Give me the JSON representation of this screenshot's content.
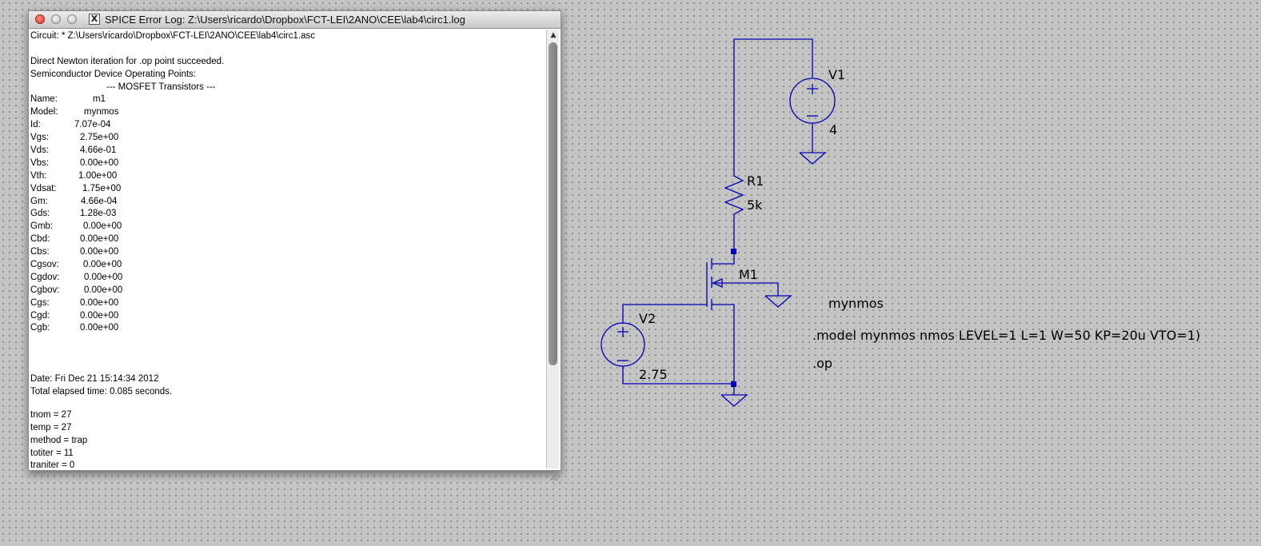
{
  "window": {
    "title": "SPICE Error Log: Z:\\Users\\ricardo\\Dropbox\\FCT-LEI\\2ANO\\CEE\\lab4\\circ1.log",
    "app_icon": "x11-icon"
  },
  "log": {
    "circuit_line": "Circuit: * Z:\\Users\\ricardo\\Dropbox\\FCT-LEI\\2ANO\\CEE\\lab4\\circ1.asc",
    "status_line": "Direct Newton iteration for .op point succeeded.",
    "section_title": "Semiconductor Device Operating Points:",
    "subsection_title": "--- MOSFET Transistors ---",
    "params": [
      {
        "key": "Name:",
        "value": "m1"
      },
      {
        "key": "Model:",
        "value": "mynmos"
      },
      {
        "key": "Id:",
        "value": "7.07e-04"
      },
      {
        "key": "Vgs:",
        "value": "2.75e+00"
      },
      {
        "key": "Vds:",
        "value": "4.66e-01"
      },
      {
        "key": "Vbs:",
        "value": "0.00e+00"
      },
      {
        "key": "Vth:",
        "value": "1.00e+00"
      },
      {
        "key": "Vdsat:",
        "value": "1.75e+00"
      },
      {
        "key": "Gm:",
        "value": "4.66e-04"
      },
      {
        "key": "Gds:",
        "value": "1.28e-03"
      },
      {
        "key": "Gmb:",
        "value": "0.00e+00"
      },
      {
        "key": "Cbd:",
        "value": "0.00e+00"
      },
      {
        "key": "Cbs:",
        "value": "0.00e+00"
      },
      {
        "key": "Cgsov:",
        "value": "0.00e+00"
      },
      {
        "key": "Cgdov:",
        "value": "0.00e+00"
      },
      {
        "key": "Cgbov:",
        "value": "0.00e+00"
      },
      {
        "key": "Cgs:",
        "value": "0.00e+00"
      },
      {
        "key": "Cgd:",
        "value": "0.00e+00"
      },
      {
        "key": "Cgb:",
        "value": "0.00e+00"
      }
    ],
    "date_line": "Date: Fri Dec 21 15:14:34 2012",
    "elapsed_line": "Total elapsed time: 0.085 seconds.",
    "settings": [
      "tnom = 27",
      "temp = 27",
      "method = trap",
      "totiter = 11",
      "traniter = 0"
    ]
  },
  "schematic": {
    "v1_name": "V1",
    "v1_value": "4",
    "r1_name": "R1",
    "r1_value": "5k",
    "m1_name": "M1",
    "m1_model": "mynmos",
    "v2_name": "V2",
    "v2_value": "2.75",
    "model_directive": ".model mynmos nmos LEVEL=1 L=1 W=50 KP=20u VTO=1)",
    "op_directive": ".op",
    "wire_color": "#0000b4"
  }
}
